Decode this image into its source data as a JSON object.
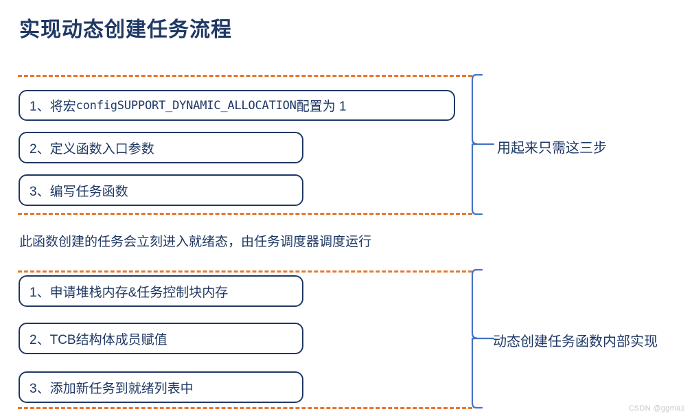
{
  "colors": {
    "navy": "#1F3864",
    "orange_dashed": "#E8762C",
    "brace_blue": "#4472C4",
    "watermark_gray": "#C7C7C7",
    "background": "#FFFFFF"
  },
  "title": "实现动态创建任务流程",
  "groups": [
    {
      "id": "usage-steps",
      "brace_label": "用起来只需这三步",
      "steps": [
        {
          "index": "1、",
          "prefix": "将宏",
          "code": "configSUPPORT_DYNAMIC_ALLOCATION",
          "suffix": " 配置为 1",
          "full": "1、将宏configSUPPORT_DYNAMIC_ALLOCATION 配置为 1"
        },
        {
          "index": "2、",
          "prefix": "",
          "code": "",
          "suffix": "",
          "full": "2、定义函数入口参数"
        },
        {
          "index": "3、",
          "prefix": "",
          "code": "",
          "suffix": "",
          "full": "3、编写任务函数"
        }
      ]
    },
    {
      "id": "internal-implementation",
      "brace_label": "动态创建任务函数内部实现",
      "steps": [
        {
          "index": "1、",
          "prefix": "",
          "code": "",
          "suffix": "",
          "full": "1、申请堆栈内存&任务控制块内存"
        },
        {
          "index": "2、",
          "prefix": "",
          "code": "TCB",
          "suffix": "结构体成员赋值",
          "full": "2、TCB结构体成员赋值"
        },
        {
          "index": "3、",
          "prefix": "",
          "code": "",
          "suffix": "",
          "full": "3、添加新任务到就绪列表中"
        }
      ]
    }
  ],
  "middle_note": "此函数创建的任务会立刻进入就绪态，由任务调度器调度运行",
  "watermark": "CSDN @ggma1"
}
